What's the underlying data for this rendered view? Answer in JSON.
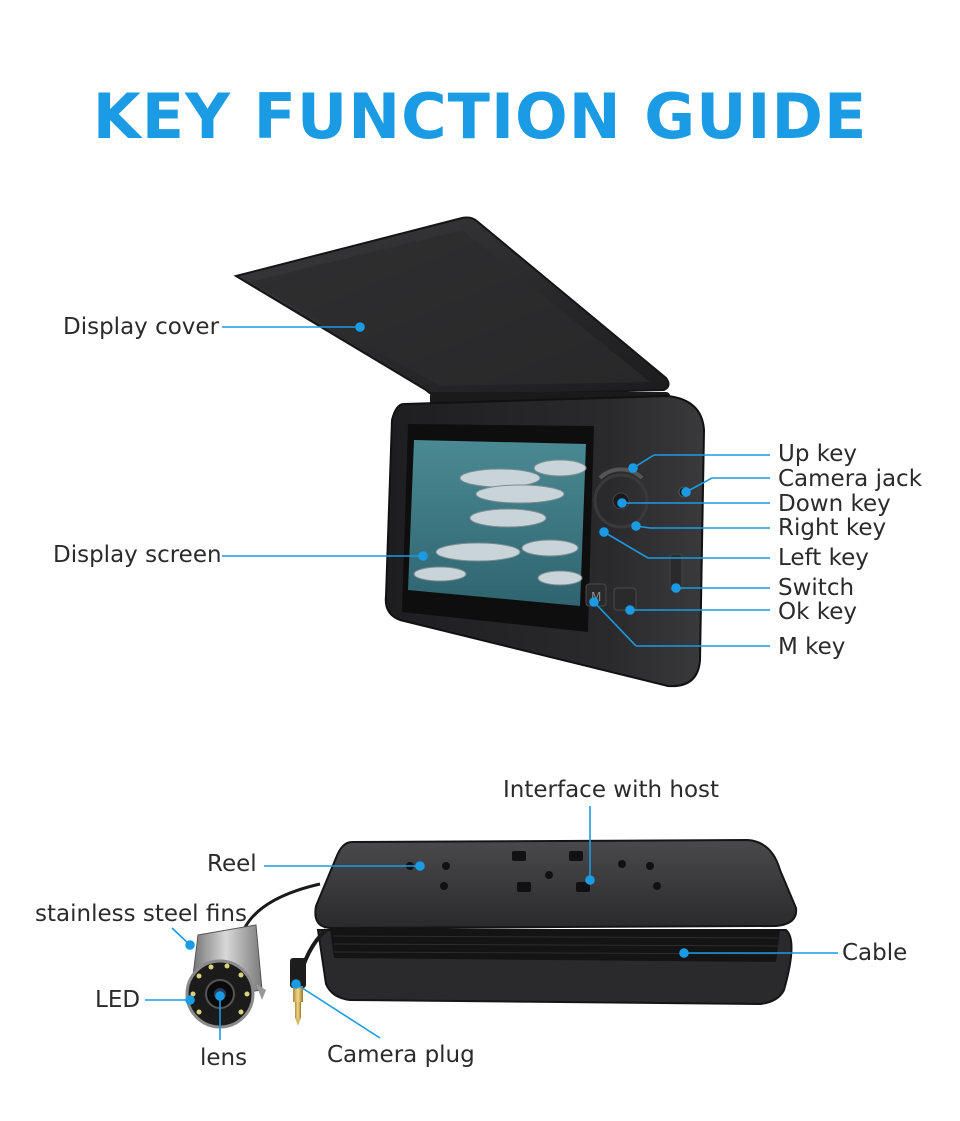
{
  "title": "KEY FUNCTION GUIDE",
  "accent_color": "#1a9be3",
  "monitor_labels": {
    "display_cover": "Display cover",
    "display_screen": "Display screen",
    "up_key": "Up key",
    "camera_jack": "Camera jack",
    "down_key": "Down key",
    "right_key": "Right key",
    "left_key": "Left key",
    "switch": "Switch",
    "ok_key": "Ok key",
    "m_key": "M key"
  },
  "camera_labels": {
    "interface_with_host": "Interface with host",
    "reel": "Reel",
    "stainless_steel_fins": "stainless steel fins",
    "led": "LED",
    "lens": "lens",
    "camera_plug": "Camera plug",
    "cable": "Cable"
  },
  "button_marks": {
    "m": "M"
  }
}
